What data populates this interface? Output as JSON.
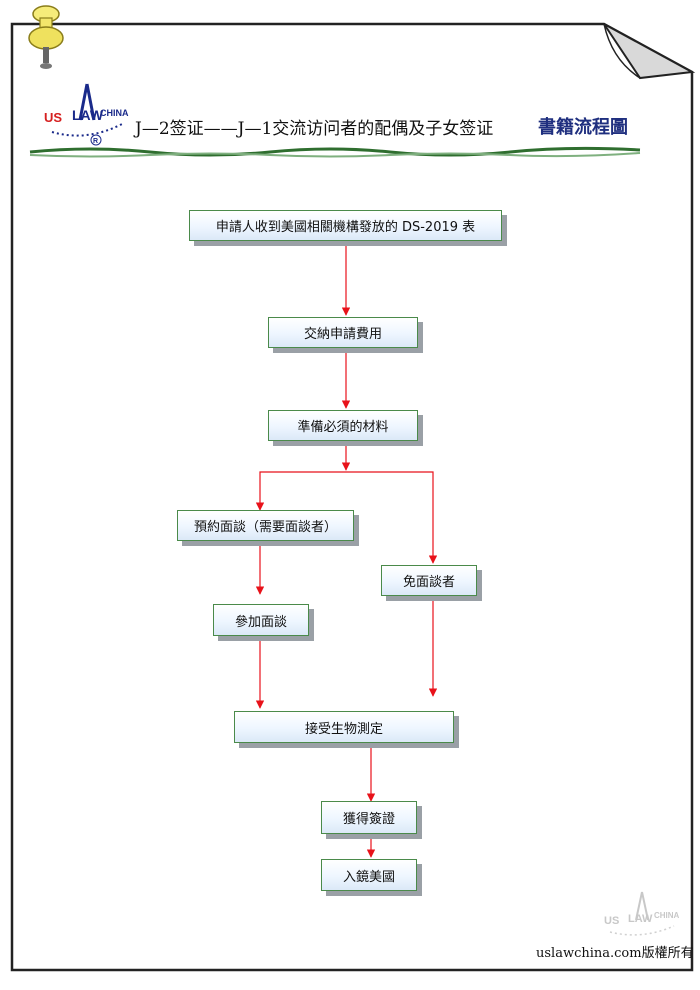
{
  "header": {
    "logo_text": "US LAW CHINA",
    "logo_mark": "®",
    "title": "J—2签证——J—1交流访问者的配偶及子女签证",
    "subtitle": "書籍流程圖"
  },
  "flow": {
    "step1": "申請人收到美國相關機構發放的 DS-2019 表",
    "step2": "交納申請費用",
    "step3": "準備必須的材料",
    "branch_left": "預約面談（需要面談者）",
    "branch_right": "免面談者",
    "step_interview": "參加面談",
    "step_bio": "接受生物測定",
    "step_visa": "獲得簽證",
    "step_enter": "入鏡美國"
  },
  "footer": {
    "copyright": "uslawchina.com版權所有"
  },
  "colors": {
    "arrow": "#e8121a",
    "box_border": "#4a8a4a",
    "title_blue": "#1f2f7f"
  }
}
